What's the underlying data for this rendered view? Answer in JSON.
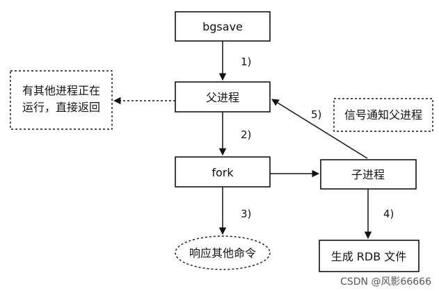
{
  "nodes": {
    "bgsave": "bgsave",
    "parent": "父进程",
    "fork": "fork",
    "child": "子进程",
    "respond": "响应其他命令",
    "rdb": "生成 RDB 文件"
  },
  "notes": {
    "running_line1": "有其他进程正在",
    "running_line2": "运行，直接返回",
    "signal": "信号通知父进程"
  },
  "steps": {
    "s1": "1)",
    "s2": "2)",
    "s3": "3)",
    "s4": "4)",
    "s5": "5)"
  },
  "watermark": "CSDN @风影66666"
}
